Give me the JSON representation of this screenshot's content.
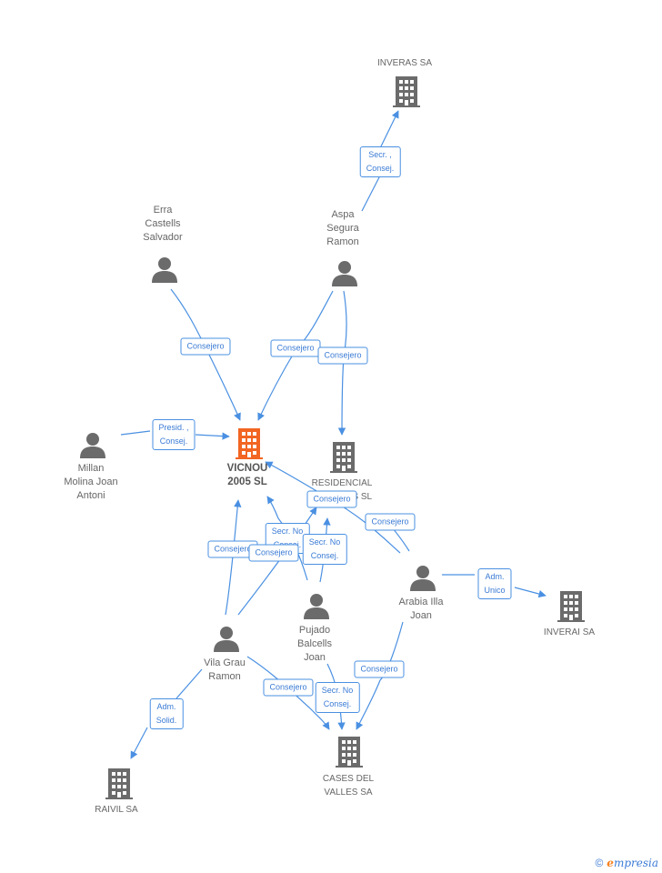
{
  "nodes": {
    "vicnou": {
      "label": "VICNOU\n2005 SL",
      "type": "company",
      "highlight": true
    },
    "inveras": {
      "label": "INVERAS SA",
      "type": "company"
    },
    "residencial": {
      "label": "RESIDENCIAL\nCASTELLS SL",
      "type": "company"
    },
    "inverai": {
      "label": "INVERAI SA",
      "type": "company"
    },
    "raivil": {
      "label": "RAIVIL SA",
      "type": "company"
    },
    "cases": {
      "label": "CASES DEL\nVALLES SA",
      "type": "company"
    },
    "erra": {
      "label": "Erra\nCastells\nSalvador",
      "type": "person"
    },
    "aspa": {
      "label": "Aspa\nSegura\nRamon",
      "type": "person"
    },
    "millan": {
      "label": "Millan\nMolina Joan\nAntoni",
      "type": "person"
    },
    "arabia": {
      "label": "Arabia Illa\nJoan",
      "type": "person"
    },
    "pujado": {
      "label": "Pujado\nBalcells\nJoan",
      "type": "person"
    },
    "vila": {
      "label": "Vila Grau\nRamon",
      "type": "person"
    }
  },
  "edges": [
    {
      "id": "aspa-inveras",
      "label": "Secr. ,\nConsej."
    },
    {
      "id": "erra-vicnou",
      "label": "Consejero"
    },
    {
      "id": "aspa-vicnou",
      "label": "Consejero"
    },
    {
      "id": "aspa-residencial",
      "label": "Consejero"
    },
    {
      "id": "millan-vicnou",
      "label": "Presid. ,\nConsej."
    },
    {
      "id": "arabia-vicnou",
      "label": "Consejero"
    },
    {
      "id": "arabia-residencial",
      "label": "Consejero"
    },
    {
      "id": "pujado-vicnou",
      "label": "Secr. No\nConsej."
    },
    {
      "id": "pujado-residencial",
      "label": "Secr. No\nConsej."
    },
    {
      "id": "vila-vicnou",
      "label": "Consejero"
    },
    {
      "id": "vila-residencial",
      "label": "Consejero"
    },
    {
      "id": "arabia-inverai",
      "label": "Adm.\nUnico"
    },
    {
      "id": "vila-raivil",
      "label": "Adm.\nSolid."
    },
    {
      "id": "vila-cases",
      "label": "Consejero"
    },
    {
      "id": "pujado-cases",
      "label": "Secr. No\nConsej."
    },
    {
      "id": "arabia-cases",
      "label": "Consejero"
    }
  ],
  "colors": {
    "edge": "#4a90e2",
    "person": "#6b6b6b",
    "company": "#6b6b6b",
    "highlight": "#f26522"
  },
  "footer": {
    "copyright": "©",
    "brand_e": "e",
    "brand_rest": "mpresia"
  }
}
